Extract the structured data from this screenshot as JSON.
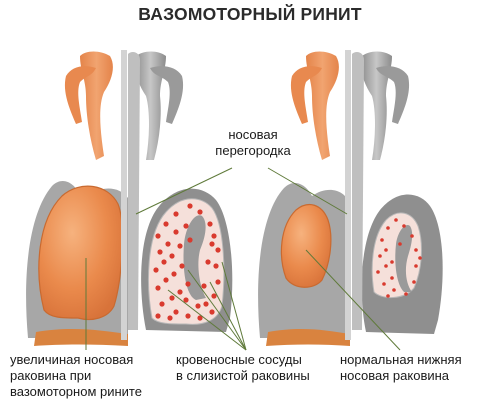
{
  "title": "ВАЗОМОТОРНЫЙ РИНИТ",
  "labels": {
    "septum": [
      "носовая",
      "перегородка"
    ],
    "enlarged_turbinate": [
      "увеличиная носовая",
      "раковина при",
      "вазомоторном рините"
    ],
    "blood_vessels": [
      "кровеносные сосуды",
      "в слизистой раковины"
    ],
    "normal_turbinate": [
      "нормальная нижняя",
      "носовая раковина"
    ]
  },
  "colors": {
    "turbinate_fill": "#e98a4e",
    "turbinate_highlight": "#f4ad78",
    "tissue_outline": "#9a9a9a",
    "mucosa_fill": "#f4e2dc",
    "vessel_dot": "#d93a2e",
    "leader_line": "#5f7a3a"
  }
}
